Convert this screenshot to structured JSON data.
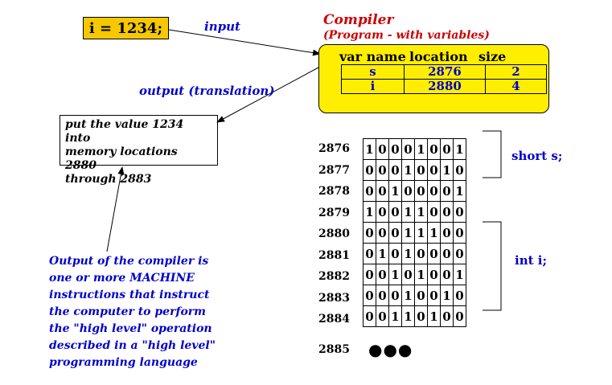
{
  "input_statement": "i = 1234;",
  "labels": {
    "input": "input",
    "output": "output (translation)"
  },
  "compiler": {
    "title": "Compiler",
    "subtitle": "(Program - with variables)"
  },
  "symbol_table": {
    "headers": [
      "var name",
      "location",
      "size"
    ],
    "rows": [
      [
        "s",
        "2876",
        "2"
      ],
      [
        "i",
        "2880",
        "4"
      ]
    ]
  },
  "output_text": [
    "put the value 1234 into",
    "memory locations 2880",
    "through 2883"
  ],
  "caption_lines": [
    "Output of the compiler is",
    "one or more MACHINE",
    "instructions that instruct",
    "the computer to perform",
    "the \"high level\" operation",
    "described in a \"high level\"",
    "programming language"
  ],
  "memory": [
    {
      "address": "2876",
      "bits": [
        "1",
        "0",
        "0",
        "0",
        "1",
        "0",
        "0",
        "1"
      ]
    },
    {
      "address": "2877",
      "bits": [
        "0",
        "0",
        "0",
        "1",
        "0",
        "0",
        "1",
        "0"
      ]
    },
    {
      "address": "2878",
      "bits": [
        "0",
        "0",
        "1",
        "0",
        "0",
        "0",
        "0",
        "1"
      ]
    },
    {
      "address": "2879",
      "bits": [
        "1",
        "0",
        "0",
        "1",
        "1",
        "0",
        "0",
        "0"
      ]
    },
    {
      "address": "2880",
      "bits": [
        "0",
        "0",
        "0",
        "1",
        "1",
        "1",
        "0",
        "0"
      ]
    },
    {
      "address": "2881",
      "bits": [
        "0",
        "1",
        "0",
        "1",
        "0",
        "0",
        "0",
        "0"
      ]
    },
    {
      "address": "2882",
      "bits": [
        "0",
        "0",
        "1",
        "0",
        "1",
        "0",
        "0",
        "1"
      ]
    },
    {
      "address": "2883",
      "bits": [
        "0",
        "0",
        "0",
        "1",
        "0",
        "0",
        "1",
        "0"
      ]
    },
    {
      "address": "2884",
      "bits": [
        "0",
        "0",
        "1",
        "1",
        "0",
        "1",
        "0",
        "0"
      ]
    }
  ],
  "memory_last_address": "2885",
  "ellipsis": "●●●",
  "variables": {
    "short_decl": "short   s;",
    "int_decl": "int  i;"
  },
  "colors": {
    "yellow": "#ffee00",
    "input_box": "#f5c800",
    "blue": "#0000cc",
    "red": "#cc0000"
  }
}
